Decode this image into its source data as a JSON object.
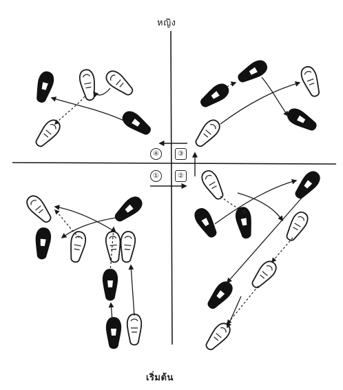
{
  "labels": {
    "top": "หญิง",
    "bottom": "เริ่มต้น"
  },
  "step_markers": [
    "①",
    "②",
    "③",
    "④"
  ],
  "colors": {
    "ink": "#1a1a1a",
    "paper": "#ffffff"
  }
}
